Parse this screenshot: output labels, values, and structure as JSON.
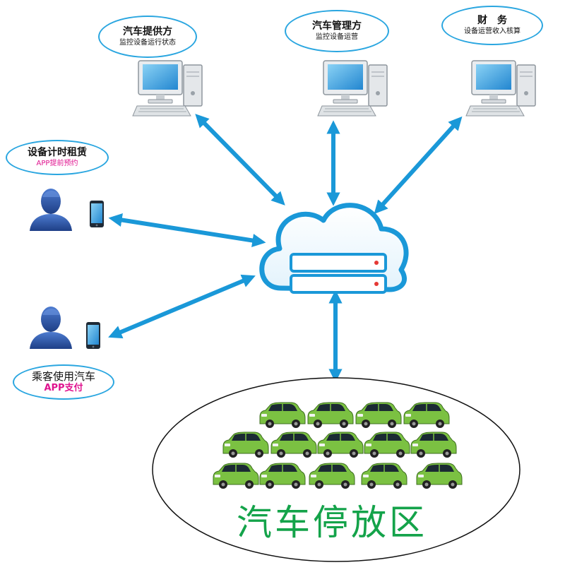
{
  "nodes": {
    "provider": {
      "title": "汽车提供方",
      "desc": "监控设备运行状态"
    },
    "manager": {
      "title": "汽车管理方",
      "desc": "监控设备运营"
    },
    "finance": {
      "title": "财　务",
      "desc": "设备运营收入核算"
    },
    "rental": {
      "title": "设备计时租赁",
      "desc": "APP提前预约"
    },
    "passenger": {
      "title": "乘客使用汽车",
      "desc": "APP支付"
    }
  },
  "parking": {
    "label": "汽车停放区",
    "car_rows": [
      4,
      5,
      5
    ]
  },
  "colors": {
    "arrow": "#1a98d8",
    "bubble_border": "#2aa6e0",
    "accent_text": "#e0138f",
    "car": "#7bc142",
    "parking_text": "#14a34a"
  },
  "icons": [
    "computer-icon",
    "person-icon",
    "phone-icon",
    "cloud-server-icon",
    "car-icon"
  ]
}
